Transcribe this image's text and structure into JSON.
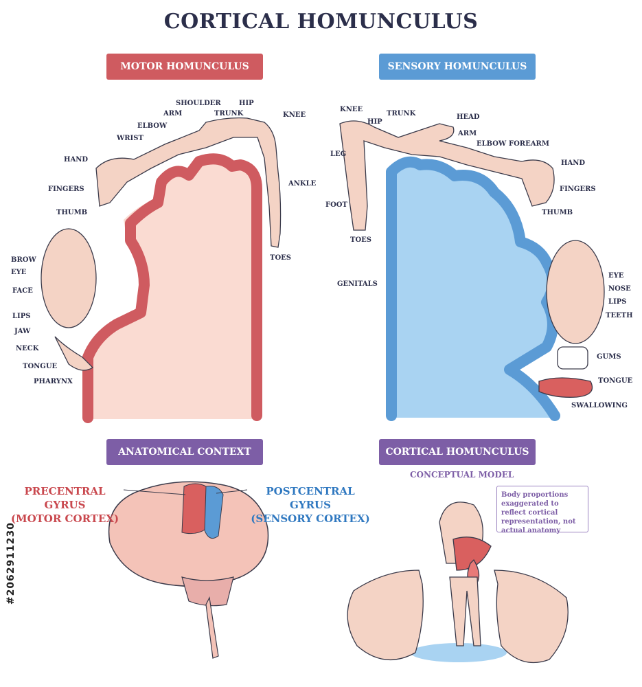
{
  "title": "CORTICAL HOMUNCULUS",
  "panels": {
    "motor": "MOTOR HOMUNCULUS",
    "sensory": "SENSORY HOMUNCULUS",
    "anatomical": "ANATOMICAL CONTEXT",
    "cortical": "CORTICAL HOMUNCULUS"
  },
  "motor_labels": [
    "SHOULDER",
    "HIP",
    "ARM",
    "TRUNK",
    "KNEE",
    "ELBOW",
    "WRIST",
    "HAND",
    "ANKLE",
    "FINGERS",
    "THUMB",
    "TOES",
    "BROW",
    "EYE",
    "FACE",
    "LIPS",
    "JAW",
    "NECK",
    "TONGUE",
    "PHARYNX"
  ],
  "sensory_labels": [
    "KNEE",
    "TRUNK",
    "HIP",
    "HEAD",
    "ARM",
    "ELBOW",
    "FOREARM",
    "LEG",
    "HAND",
    "FINGERS",
    "FOOT",
    "THUMB",
    "TOES",
    "GENITALS",
    "EYE",
    "NOSE",
    "LIPS",
    "TEETH",
    "GUMS",
    "TONGUE",
    "SWALLOWING"
  ],
  "anatomy": {
    "precentral": [
      "PRECENTRAL GYRUS",
      "(MOTOR CORTEX)"
    ],
    "postcentral": [
      "POSTCENTRAL GYRUS",
      "(SENSORY CORTEX)"
    ]
  },
  "model": {
    "subtitle": "CONCEPTUAL MODEL",
    "note": "Body proportions exaggerated to reflect cortical representation, not actual anatomy"
  },
  "stock_id": "#2062911230",
  "colors": {
    "motor": "#cf5b60",
    "sensory": "#5b9bd5",
    "purple": "#7d5ea6",
    "skin": "#f4d3c5"
  }
}
